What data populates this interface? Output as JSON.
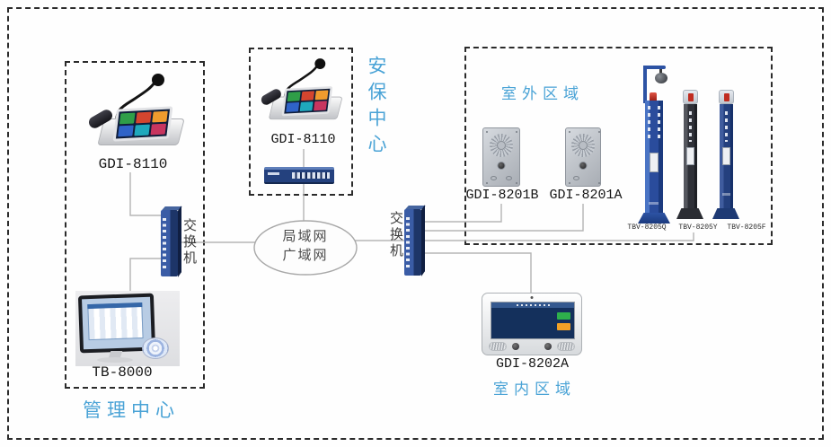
{
  "zones": {
    "management": {
      "title": "管理中心"
    },
    "security": {
      "title": "安保中心"
    },
    "outdoor": {
      "title": "室外区域"
    },
    "indoor": {
      "title": "室内区域"
    }
  },
  "devices": {
    "console_mgmt": {
      "label": "GDI-8110",
      "type": "ip-paging-console"
    },
    "console_sec": {
      "label": "GDI-8110",
      "type": "ip-paging-console"
    },
    "switch_mgmt": {
      "label": "交换机",
      "type": "network-switch"
    },
    "switch_core": {
      "label": "交换机",
      "type": "network-switch"
    },
    "switch_sec": {
      "type": "network-switch"
    },
    "server_mgmt": {
      "label": "TB-8000",
      "type": "management-workstation"
    },
    "door_b": {
      "label": "GDI-8201B",
      "type": "outdoor-intercom-panel"
    },
    "door_a": {
      "label": "GDI-8201A",
      "type": "outdoor-intercom-panel"
    },
    "tower_q": {
      "label": "TBV-8205Q",
      "type": "emergency-call-tower"
    },
    "tower_y": {
      "label": "TBV-8205Y",
      "type": "emergency-call-tower"
    },
    "tower_f": {
      "label": "TBV-8205F",
      "type": "emergency-call-tower"
    },
    "indoor_panel": {
      "label": "GDI-8202A",
      "type": "indoor-intercom-terminal"
    }
  },
  "network_cloud": {
    "line1": "局域网",
    "line2": "广域网"
  },
  "colors": {
    "zone_title_blue": "#4aa3d6",
    "switch_navy": "#1d3568",
    "connector_gray": "#b5b5b5",
    "frame_dash": "#2b2b2b",
    "beacon_red": "#c3332b",
    "button_green": "#2eb04c",
    "button_orange": "#f2a126"
  }
}
